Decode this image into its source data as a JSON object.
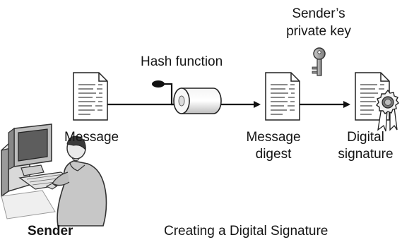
{
  "labels": {
    "sender_key_line1": "Sender’s",
    "sender_key_line2": "private key",
    "hash_function": "Hash function",
    "message": "Message",
    "message_digest_line1": "Message",
    "message_digest_line2": "digest",
    "digital_signature_line1": "Digital",
    "digital_signature_line2": "signature",
    "sender": "Sender",
    "caption": "Creating a Digital Signature"
  }
}
